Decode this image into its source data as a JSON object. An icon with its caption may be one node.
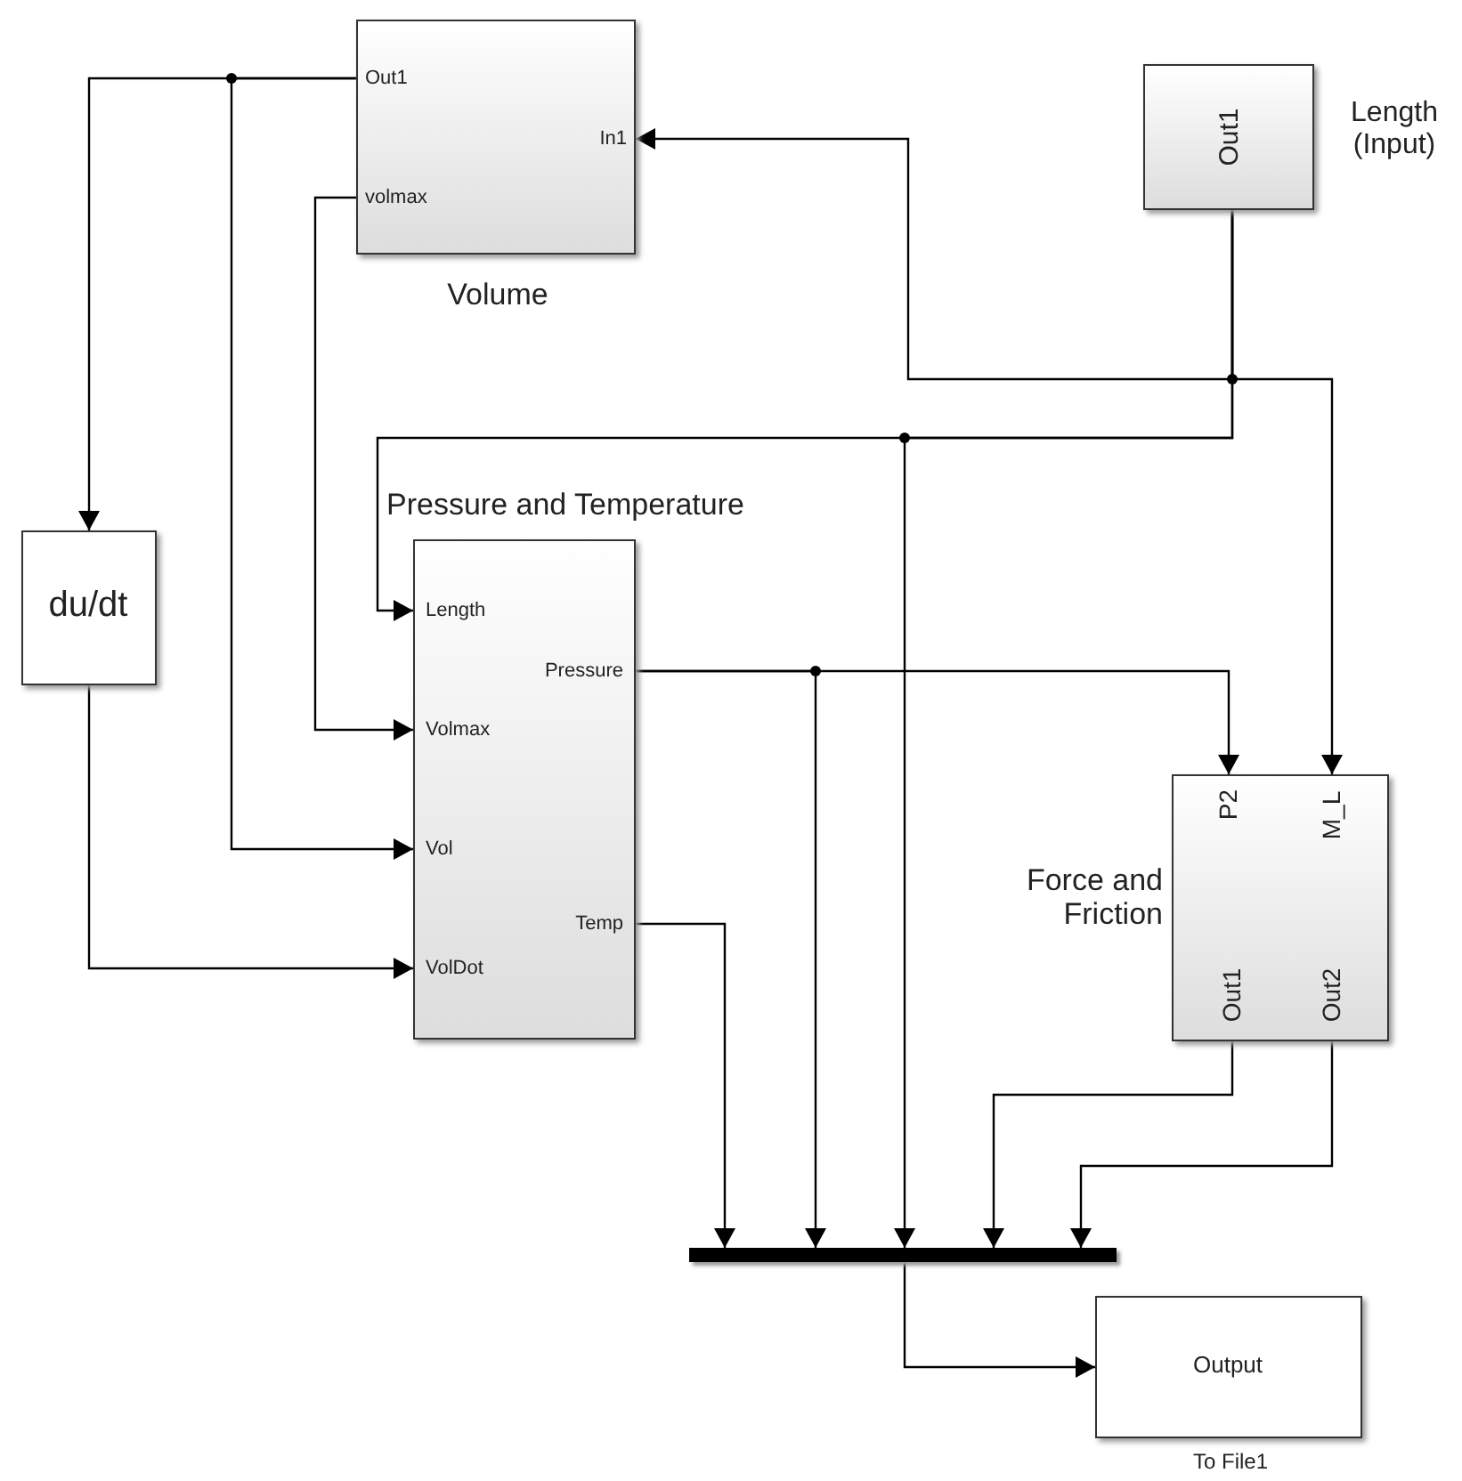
{
  "diagram": {
    "nodes": [
      {
        "text": [
          "Volume",
          "Out1",
          "In1",
          "volmax"
        ]
      },
      {
        "text": [
          "Length (Input)",
          "Out1"
        ]
      },
      {
        "text": [
          "du/dt"
        ]
      },
      {
        "text": [
          "Pressure and Temperature",
          "Length",
          "Pressure",
          "Volmax",
          "Vol",
          "Temp",
          "VolDot"
        ]
      },
      {
        "text": [
          "Force and Friction",
          "P2",
          "M_L",
          "Out1",
          "Out2"
        ]
      },
      {
        "text": [],
        "shape": "bar"
      },
      {
        "text": [
          "Output"
        ],
        "beside": [
          "To File1"
        ]
      }
    ],
    "edges": [
      {
        "from": 0,
        "to": 2,
        "arrow": "to"
      },
      {
        "from": 0,
        "to": 3,
        "arrow": "to"
      },
      {
        "from": 0,
        "to": 3,
        "arrow": "to"
      },
      {
        "from": 1,
        "to": 0,
        "arrow": "to"
      },
      {
        "from": 1,
        "to": 4,
        "arrow": "to"
      },
      {
        "from": 1,
        "to": 3,
        "arrow": "to"
      },
      {
        "from": 1,
        "to": 5,
        "arrow": "to"
      },
      {
        "from": 2,
        "to": 3,
        "arrow": "to"
      },
      {
        "from": 3,
        "to": 4,
        "arrow": "to"
      },
      {
        "from": 3,
        "to": 5,
        "arrow": "to"
      },
      {
        "from": 3,
        "to": 5,
        "arrow": "to"
      },
      {
        "from": 4,
        "to": 5,
        "arrow": "to"
      },
      {
        "from": 4,
        "to": 5,
        "arrow": "to"
      },
      {
        "from": 5,
        "to": 6,
        "arrow": "to"
      }
    ]
  }
}
